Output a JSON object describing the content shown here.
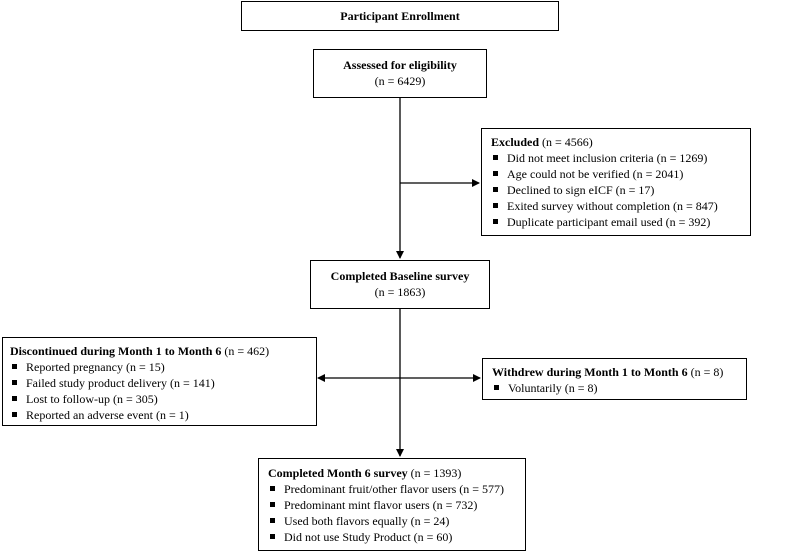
{
  "enrollment": {
    "title": "Participant Enrollment"
  },
  "assessed": {
    "title": "Assessed for eligibility",
    "n": "(n = 6429)"
  },
  "excluded": {
    "title": "Excluded",
    "n": " (n = 4566)",
    "items": [
      "Did not meet inclusion criteria (n = 1269)",
      "Age could not be verified (n = 2041)",
      "Declined to sign eICF (n = 17)",
      "Exited survey without completion (n = 847)",
      "Duplicate participant email used (n = 392)"
    ]
  },
  "baseline": {
    "title": "Completed Baseline survey",
    "n": "(n = 1863)"
  },
  "discontinued": {
    "title": "Discontinued during Month 1 to Month 6",
    "n": " (n = 462)",
    "items": [
      "Reported pregnancy (n = 15)",
      "Failed study product delivery (n = 141)",
      "Lost to follow-up (n = 305)",
      "Reported an adverse event (n = 1)"
    ]
  },
  "withdrew": {
    "title": "Withdrew during Month 1 to Month 6",
    "n": " (n = 8)",
    "items": [
      "Voluntarily (n = 8)"
    ]
  },
  "month6": {
    "title": "Completed Month 6 survey",
    "n": " (n = 1393)",
    "items": [
      "Predominant fruit/other flavor users (n = 577)",
      "Predominant mint flavor users (n = 732)",
      "Used both flavors equally (n = 24)",
      "Did not use Study Product (n = 60)"
    ]
  }
}
